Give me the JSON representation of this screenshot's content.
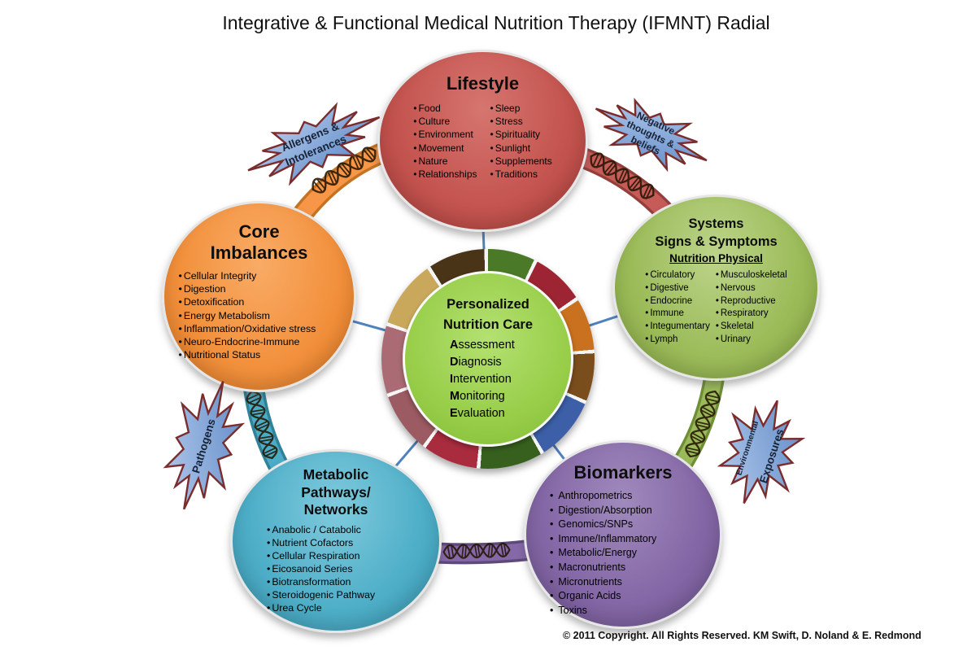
{
  "title": "Integrative & Functional Medical Nutrition Therapy (IFMNT) Radial",
  "copyright": "© 2011 Copyright.  All Rights Reserved. KM Swift, D. Noland & E. Redmond",
  "colors": {
    "lifestyle": "#C0504D",
    "core_imbalances": "#F79646",
    "systems": "#9BBB59",
    "metabolic": "#4BACC6",
    "biomarkers": "#8064A2",
    "center_green": "#92C83E",
    "connector_blue": "#4F81BD",
    "starburst_blue": "#6E94C9",
    "starburst_border": "#7B2C2C"
  },
  "center": {
    "title": "Personalized\nNutrition Care",
    "adime": [
      "Assessment",
      "Diagnosis",
      "Intervention",
      "Monitoring",
      "Evaluation"
    ]
  },
  "circles": {
    "lifestyle": {
      "title": "Lifestyle",
      "col1": [
        "Food",
        "Culture",
        "Environment",
        "Movement",
        "Nature",
        "Relationships"
      ],
      "col2": [
        "Sleep",
        "Stress",
        "Spirituality",
        "Sunlight",
        "Supplements",
        "Traditions"
      ]
    },
    "core_imbalances": {
      "title": "Core\nImbalances",
      "items": [
        "Cellular Integrity",
        "Digestion",
        "Detoxification",
        "Energy Metabolism",
        "Inflammation/Oxidative stress",
        "Neuro-Endocrine-Immune",
        "Nutritional Status"
      ]
    },
    "systems": {
      "title": "Systems\nSigns & Symptoms",
      "subtitle": "Nutrition Physical",
      "col1": [
        "Circulatory",
        "Digestive",
        "Endocrine",
        "Immune",
        "Integumentary",
        "Lymph"
      ],
      "col2": [
        "Musculoskeletal",
        "Nervous",
        "Reproductive",
        "Respiratory",
        "Skeletal",
        "Urinary"
      ]
    },
    "metabolic": {
      "title": "Metabolic\nPathways/\nNetworks",
      "items": [
        "Anabolic / Catabolic",
        "Nutrient Cofactors",
        "Cellular Respiration",
        "Eicosanoid Series",
        "Biotransformation",
        "Steroidogenic  Pathway",
        "Urea Cycle"
      ]
    },
    "biomarkers": {
      "title": "Biomarkers",
      "items": [
        "Anthropometrics",
        "Digestion/Absorption",
        "Genomics/SNPs",
        "Immune/Inflammatory",
        "Metabolic/Energy",
        "Macronutrients",
        "Micronutrients",
        "Organic Acids",
        "Toxins"
      ]
    }
  },
  "starbursts": {
    "allergens": "Allergens &\nIntolerances",
    "negative_thoughts": "Negative\nthoughts &\nbeliefs",
    "pathogens": "Pathogens",
    "environmental_line1": "Environmental",
    "environmental_line2": "Exposures"
  }
}
